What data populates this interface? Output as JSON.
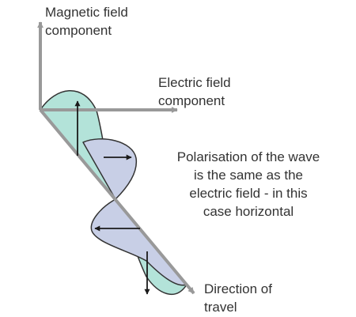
{
  "labels": {
    "magnetic_line1": "Magnetic field",
    "magnetic_line2": "component",
    "electric_line1": "Electric field",
    "electric_line2": "component",
    "polarisation_line1": "Polarisation of the wave",
    "polarisation_line2": "is the same as the",
    "polarisation_line3": "electric field - in this",
    "polarisation_line4": "case horizontal",
    "direction_line1": "Direction of",
    "direction_line2": "travel"
  },
  "colors": {
    "axis_grey": "#999999",
    "magnetic_fill": "#b3e3d9",
    "electric_fill": "#c8cfe6",
    "outline": "#333333",
    "vector_arrow": "#1a1a1a"
  }
}
